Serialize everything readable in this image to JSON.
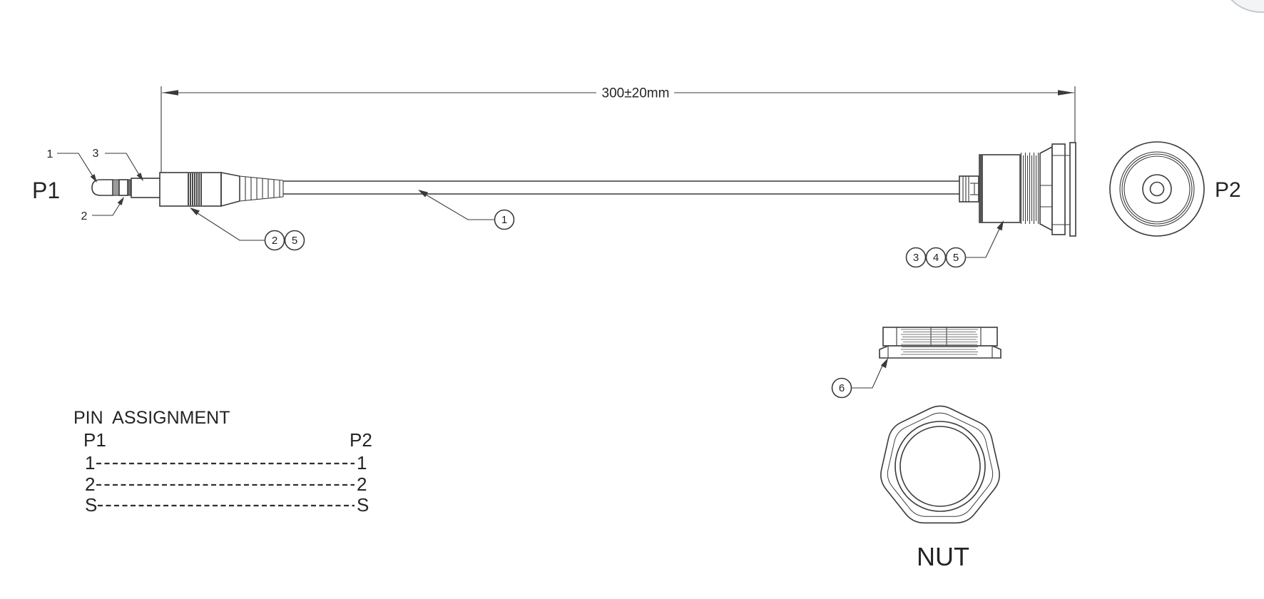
{
  "drawing": {
    "dimension": {
      "label": "300±20mm"
    },
    "plug_left": {
      "name": "P1",
      "pin_labels": {
        "tip": "1",
        "ring": "2",
        "sleeve": "3"
      }
    },
    "connector_right": {
      "name": "P2"
    },
    "balloons": {
      "cable": "1",
      "plug": [
        "2",
        "5"
      ],
      "connector": [
        "3",
        "4",
        "5"
      ],
      "nut": "6"
    },
    "nut": {
      "label": "NUT"
    },
    "pin_assignment": {
      "title": "PIN  ASSIGNMENT",
      "col_left": "P1",
      "col_right": "P2",
      "rows": [
        {
          "left": "1",
          "right": "1"
        },
        {
          "left": "2",
          "right": "2"
        },
        {
          "left": "S",
          "right": "S"
        }
      ]
    },
    "colors": {
      "line": "#3a3a3a",
      "text": "#242424",
      "dash": "#2f2f2f",
      "shade_dark": "#555555",
      "shade_mid": "#9c9c9c",
      "button_fill": "#f3f4f6",
      "button_border": "#c6c9ce"
    }
  }
}
